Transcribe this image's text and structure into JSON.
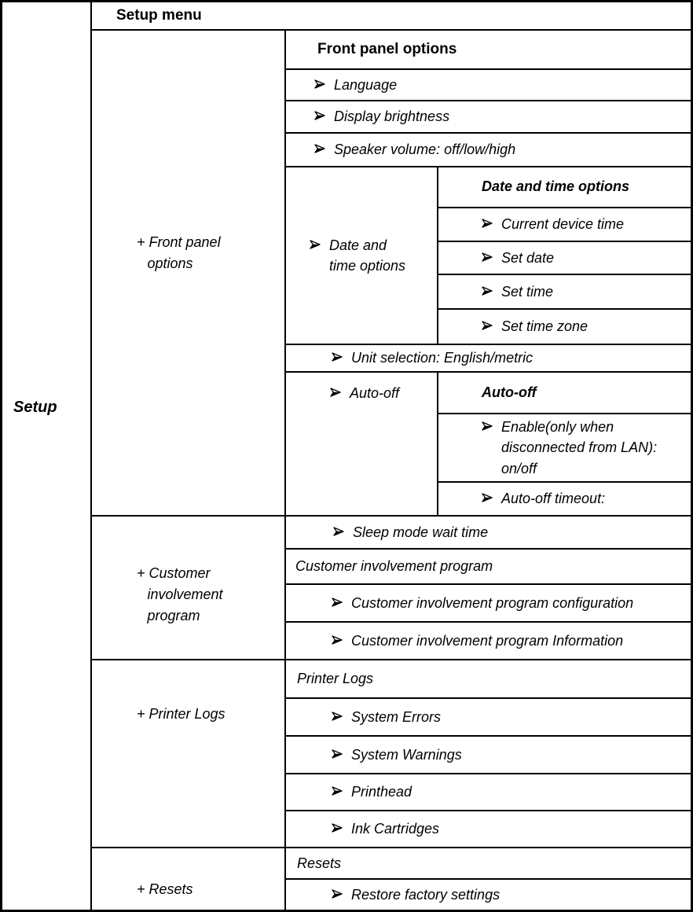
{
  "colors": {
    "border": "#000000",
    "background": "#ffffff",
    "text": "#000000"
  },
  "icons": {
    "menu_item_bullet": "three-d-rightwards-arrowhead ➢"
  },
  "root": {
    "label": "Setup"
  },
  "title": "Setup menu",
  "front_panel": {
    "group_label": "+ Front panel options",
    "header": "Front panel options",
    "items": {
      "language": "Language",
      "display_brightness": "Display brightness",
      "speaker_volume": "Speaker volume: off/low/high",
      "date_time_item": "Date and time options",
      "unit_selection": "Unit selection: English/metric",
      "auto_off_item": "Auto-off"
    },
    "date_time_submenu": {
      "header": "Date and time options",
      "items": {
        "current_device_time": "Current device time",
        "set_date": "Set date",
        "set_time": "Set time",
        "set_time_zone": "Set time zone"
      }
    },
    "auto_off_submenu": {
      "header": "Auto-off",
      "items": {
        "enable": "Enable(only when disconnected from LAN): on/off",
        "timeout": "Auto-off timeout:"
      }
    }
  },
  "customer_involvement": {
    "group_label": "+ Customer involvement program",
    "items": {
      "sleep_mode": "Sleep mode wait time",
      "header": "Customer involvement program",
      "configuration": "Customer involvement program configuration",
      "information": "Customer involvement program Information"
    }
  },
  "printer_logs": {
    "group_label": "+ Printer Logs",
    "header": "Printer Logs",
    "items": {
      "system_errors": "System Errors",
      "system_warnings": "System Warnings",
      "printhead": "Printhead",
      "ink_cartridges": "Ink Cartridges"
    }
  },
  "resets": {
    "group_label": "+ Resets",
    "header": "Resets",
    "items": {
      "restore_factory_settings": "Restore factory settings"
    }
  }
}
